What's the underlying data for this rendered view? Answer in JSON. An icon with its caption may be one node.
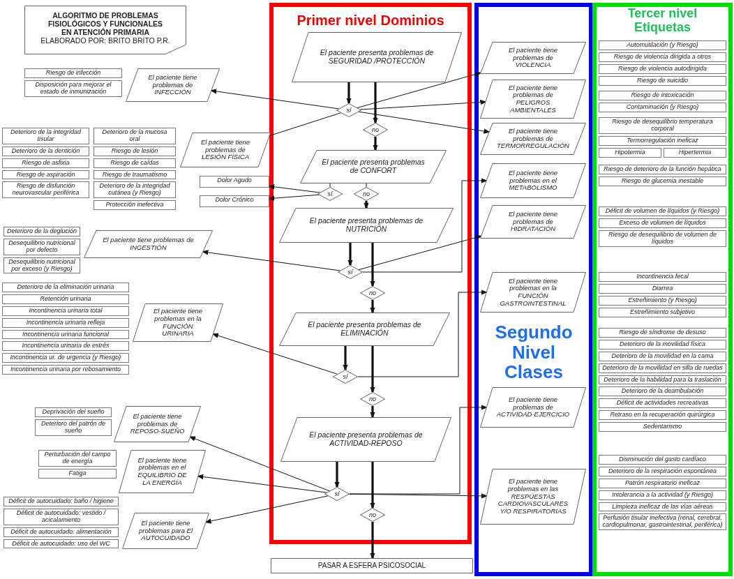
{
  "diagram": {
    "nodes": [
      {
        "text": [
          "ALGORITMO DE PROBLEMAS FISIOLÓGICOS Y FUNCIONALES EN ATENCIÓN PRIMARIA",
          "ELABORADO POR: BRITO BRITO P.R."
        ]
      },
      {
        "text": [
          "Primer nivel Dominios"
        ]
      },
      {
        "text": [
          "Segundo Nivel Clases"
        ]
      },
      {
        "text": [
          "Tercer nivel Etiquetas"
        ]
      },
      {
        "text": [
          "El paciente presenta problemas de SEGURIDAD /PROTECCIÓN"
        ],
        "in": 1
      },
      {
        "text": [
          "sí"
        ],
        "in": 1
      },
      {
        "text": [
          "no"
        ],
        "in": 1
      },
      {
        "text": [
          "El paciente presenta problemas de CONFORT"
        ],
        "in": 1
      },
      {
        "text": [
          "sí"
        ],
        "in": 1
      },
      {
        "text": [
          "no"
        ],
        "in": 1
      },
      {
        "text": [
          "El paciente presenta problemas de NUTRICIÓN"
        ],
        "in": 1
      },
      {
        "text": [
          "sí"
        ],
        "in": 1
      },
      {
        "text": [
          "no"
        ],
        "in": 1
      },
      {
        "text": [
          "El paciente presenta problemas de ELIMINACIÓN"
        ],
        "in": 1
      },
      {
        "text": [
          "sí"
        ],
        "in": 1
      },
      {
        "text": [
          "no"
        ],
        "in": 1
      },
      {
        "text": [
          "El paciente presenta problemas de ACTIVIDAD-REPOSO"
        ],
        "in": 1
      },
      {
        "text": [
          "sí"
        ],
        "in": 1
      },
      {
        "text": [
          "no"
        ],
        "in": 1
      },
      {
        "text": [
          "PASAR A ESFERA PSICOSOCIAL"
        ]
      },
      {
        "text": [
          "El paciente tiene problemas de INFECCIÓN"
        ]
      },
      {
        "text": [
          "El paciente tiene problemas de LESIÓN FÍSICA"
        ]
      },
      {
        "text": [
          "Dolor Agudo"
        ]
      },
      {
        "text": [
          "Dolor Crónico"
        ]
      },
      {
        "text": [
          "El paciente tiene problemas de INGESTIÓN"
        ]
      },
      {
        "text": [
          "El paciente tiene problemas en la FUNCIÓN URINARIA"
        ]
      },
      {
        "text": [
          "El paciente tiene problemas de REPOSO-SUEÑO"
        ]
      },
      {
        "text": [
          "El paciente tiene problemas en el EQUILIBRIO DE LA ENERGÍA"
        ]
      },
      {
        "text": [
          "El paciente tiene problemas para El AUTOCUIDADO"
        ]
      },
      {
        "text": [
          "El paciente tiene problemas de VIOLENCIA"
        ],
        "in": 2
      },
      {
        "text": [
          "El paciente tiene problemas de PELIGROS AMBIENTALES"
        ],
        "in": 2
      },
      {
        "text": [
          "El paciente tiene problemas de TERMORREGULACIÓN"
        ],
        "in": 2
      },
      {
        "text": [
          "El paciente tiene problemas en el METABOLISMO"
        ],
        "in": 2
      },
      {
        "text": [
          "El paciente tiene problemas de HIDRATACIÓN"
        ],
        "in": 2
      },
      {
        "text": [
          "El paciente tiene problemas en la FUNCIÓN GASTROINTESTINAL"
        ],
        "in": 2
      },
      {
        "text": [
          "El paciente tiene problemas de ACTIVIDAD-EJERCICIO"
        ],
        "in": 2
      },
      {
        "text": [
          "El paciente tiene problemas en las RESPUESTAS CARDIOVASCULARES Y/O RESPIRATORIAS"
        ],
        "in": 2
      },
      {
        "text": [
          "Riesgo de infección"
        ]
      },
      {
        "text": [
          "Disposición para mejorar el estado de inmunización"
        ]
      },
      {
        "text": [
          "Deterioro de la integridad tisular"
        ]
      },
      {
        "text": [
          "Deterioro de la dentición"
        ]
      },
      {
        "text": [
          "Riesgo de asfixia"
        ]
      },
      {
        "text": [
          "Riesgo de aspiración"
        ]
      },
      {
        "text": [
          "Riesgo de disfunción neurovascular periférica"
        ]
      },
      {
        "text": [
          "Deterioro de la mucosa oral"
        ]
      },
      {
        "text": [
          "Riesgo de lesión"
        ]
      },
      {
        "text": [
          "Riesgo de caídas"
        ]
      },
      {
        "text": [
          "Riesgo de traumatismo"
        ]
      },
      {
        "text": [
          "Deterioro de la integridad cutánea (y Riesgo)"
        ]
      },
      {
        "text": [
          "Protección inefectiva"
        ]
      },
      {
        "text": [
          "Deterioro de la deglución"
        ]
      },
      {
        "text": [
          "Desequilibrio nutricional por defecto"
        ]
      },
      {
        "text": [
          "Desequilibrio nutricional por exceso (y Riesgo)"
        ]
      },
      {
        "text": [
          "Deterioro de la eliminación urinaria"
        ]
      },
      {
        "text": [
          "Retención urinaria"
        ]
      },
      {
        "text": [
          "Incontinencia urinaria total"
        ]
      },
      {
        "text": [
          "Incontinencia urinaria refleja"
        ]
      },
      {
        "text": [
          "Incontinencia urinaria funcional"
        ]
      },
      {
        "text": [
          "Incontinencia urinaria de estrés"
        ]
      },
      {
        "text": [
          "Incontinencia ur. de urgencia (y Riesgo)"
        ]
      },
      {
        "text": [
          "Incontinencia urinaria por rebosamiento"
        ]
      },
      {
        "text": [
          "Deprivación del sueño"
        ]
      },
      {
        "text": [
          "Deterioro del patrón de sueño"
        ]
      },
      {
        "text": [
          "Perturbación del campo de energía"
        ]
      },
      {
        "text": [
          "Fatiga"
        ]
      },
      {
        "text": [
          "Déficit de autocuidado: baño / higiene"
        ]
      },
      {
        "text": [
          "Déficit de autocuidado: vestido / acicalamiento"
        ]
      },
      {
        "text": [
          "Déficit de autocuidado: alimentación"
        ]
      },
      {
        "text": [
          "Déficit de autocuidado: uso del WC"
        ]
      },
      {
        "text": [
          "Automutilación (y Riesgo)"
        ],
        "in": 3
      },
      {
        "text": [
          "Riesgo de violencia dirigida a otros"
        ],
        "in": 3
      },
      {
        "text": [
          "Riesgo de violencia autodirigida"
        ],
        "in": 3
      },
      {
        "text": [
          "Riesgo de suicidio"
        ],
        "in": 3
      },
      {
        "text": [
          "Riesgo de intoxicación"
        ],
        "in": 3
      },
      {
        "text": [
          "Contaminación (y Riesgo)"
        ],
        "in": 3
      },
      {
        "text": [
          "Riesgo de desequilibrio temperatura corporal"
        ],
        "in": 3
      },
      {
        "text": [
          "Termorregulación ineficaz"
        ],
        "in": 3
      },
      {
        "text": [
          "Hipotermia"
        ],
        "in": 3
      },
      {
        "text": [
          "Hipertermia"
        ],
        "in": 3
      },
      {
        "text": [
          "Riesgo de deterioro de la función hepática"
        ],
        "in": 3
      },
      {
        "text": [
          "Riesgo de glucemia inestable"
        ],
        "in": 3
      },
      {
        "text": [
          "Déficit de volumen de líquidos (y Riesgo)"
        ],
        "in": 3
      },
      {
        "text": [
          "Exceso de volumen de líquidos"
        ],
        "in": 3
      },
      {
        "text": [
          "Riesgo de desequilibrio de volumen de líquidos"
        ],
        "in": 3
      },
      {
        "text": [
          "Incontinencia fecal"
        ],
        "in": 3
      },
      {
        "text": [
          "Diarrea"
        ],
        "in": 3
      },
      {
        "text": [
          "Estreñimiento (y Riesgo)"
        ],
        "in": 3
      },
      {
        "text": [
          "Estreñimiento subjetivo"
        ],
        "in": 3
      },
      {
        "text": [
          "Riesgo de síndrome de desuso"
        ],
        "in": 3
      },
      {
        "text": [
          "Deterioro de la movilidad física"
        ],
        "in": 3
      },
      {
        "text": [
          "Deterioro de la movilidad en la cama"
        ],
        "in": 3
      },
      {
        "text": [
          "Deterioro de la movilidad en silla de ruedas"
        ],
        "in": 3
      },
      {
        "text": [
          "Deterioro de la habilidad para la traslación"
        ],
        "in": 3
      },
      {
        "text": [
          "Deterioro de la deambulación"
        ],
        "in": 3
      },
      {
        "text": [
          "Déficit de actividades recreativas"
        ],
        "in": 3
      },
      {
        "text": [
          "Retraso en la recuperación quirúrgica"
        ],
        "in": 3
      },
      {
        "text": [
          "Sedentarismo"
        ],
        "in": 3
      },
      {
        "text": [
          "Disminución del gasto cardíaco"
        ],
        "in": 3
      },
      {
        "text": [
          "Deterioro de la respiración espontánea"
        ],
        "in": 3
      },
      {
        "text": [
          "Patrón respiratorio ineficaz"
        ],
        "in": 3
      },
      {
        "text": [
          "Intolerancia a la actividad (y Riesgo)"
        ],
        "in": 3
      },
      {
        "text": [
          "Limpieza ineficaz de las vías aéreas"
        ],
        "in": 3
      },
      {
        "text": [
          "Perfusión tisular inefectiva (renal, cerebral, cardiopulmonar, gastrointestinal, periférica)"
        ],
        "in": 3
      }
    ],
    "edges": [
      {
        "from": 4,
        "to": 5,
        "arrow": "to",
        "style": "thick"
      },
      {
        "from": 4,
        "to": 6,
        "arrow": "to",
        "style": "thick"
      },
      {
        "from": 5,
        "to": 20,
        "arrow": "to"
      },
      {
        "from": 5,
        "to": 21,
        "arrow": "none"
      },
      {
        "from": 5,
        "to": 29,
        "arrow": "to"
      },
      {
        "from": 5,
        "to": 30,
        "arrow": "to"
      },
      {
        "from": 5,
        "to": 31,
        "arrow": "to"
      },
      {
        "from": 6,
        "to": 7,
        "arrow": "to",
        "style": "thick"
      },
      {
        "from": 7,
        "to": 8,
        "arrow": "none"
      },
      {
        "from": 7,
        "to": 9,
        "arrow": "none"
      },
      {
        "from": 8,
        "to": 22,
        "arrow": "to"
      },
      {
        "from": 8,
        "to": 23,
        "arrow": "to"
      },
      {
        "from": 9,
        "to": 10,
        "arrow": "to",
        "style": "thick"
      },
      {
        "from": 10,
        "to": 11,
        "arrow": "to",
        "style": "thick"
      },
      {
        "from": 10,
        "to": 12,
        "arrow": "to",
        "style": "thick"
      },
      {
        "from": 11,
        "to": 24,
        "arrow": "to"
      },
      {
        "from": 11,
        "to": 32,
        "arrow": "to"
      },
      {
        "from": 11,
        "to": 33,
        "arrow": "to"
      },
      {
        "from": 12,
        "to": 13,
        "arrow": "to",
        "style": "thick"
      },
      {
        "from": 13,
        "to": 14,
        "arrow": "to",
        "style": "thick"
      },
      {
        "from": 13,
        "to": 15,
        "arrow": "to",
        "style": "thick"
      },
      {
        "from": 14,
        "to": 25,
        "arrow": "to"
      },
      {
        "from": 14,
        "to": 34,
        "arrow": "to"
      },
      {
        "from": 15,
        "to": 16,
        "arrow": "to",
        "style": "thick"
      },
      {
        "from": 16,
        "to": 17,
        "arrow": "to",
        "style": "thick"
      },
      {
        "from": 16,
        "to": 18,
        "arrow": "to",
        "style": "thick"
      },
      {
        "from": 17,
        "to": 26,
        "arrow": "to"
      },
      {
        "from": 17,
        "to": 27,
        "arrow": "to"
      },
      {
        "from": 17,
        "to": 28,
        "arrow": "to"
      },
      {
        "from": 17,
        "to": 35,
        "arrow": "to"
      },
      {
        "from": 17,
        "to": 36,
        "arrow": "to"
      },
      {
        "from": 18,
        "to": 19,
        "arrow": "to",
        "style": "thick"
      }
    ]
  }
}
